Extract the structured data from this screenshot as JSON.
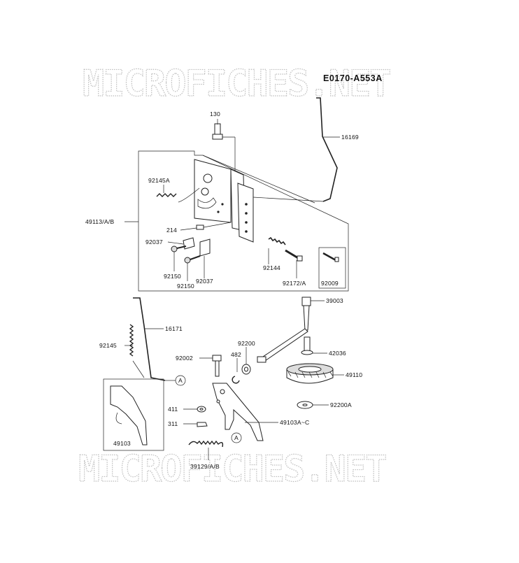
{
  "diagram": {
    "code": "E0170-A553A",
    "watermark": "MICROFICHES.NET",
    "callouts": {
      "p130": "130",
      "p16169": "16169",
      "p92145A": "92145A",
      "p49113": "49113/A/B",
      "p214": "214",
      "p92037a": "92037",
      "p92150a": "92150",
      "p92150b": "92150",
      "p92037b": "92037",
      "p92144": "92144",
      "p92172": "92172/A",
      "p92009": "92009",
      "p39003": "39003",
      "p16171": "16171",
      "p92145": "92145",
      "p92200": "92200",
      "p42036": "42036",
      "p92002": "92002",
      "p482": "482",
      "p49110": "49110",
      "p92200A": "92200A",
      "p411": "411",
      "p311": "311",
      "p49103AC": "49103A~C",
      "p49103": "49103",
      "p39129": "39129/A/B",
      "refA1": "A",
      "refA2": "A"
    }
  }
}
